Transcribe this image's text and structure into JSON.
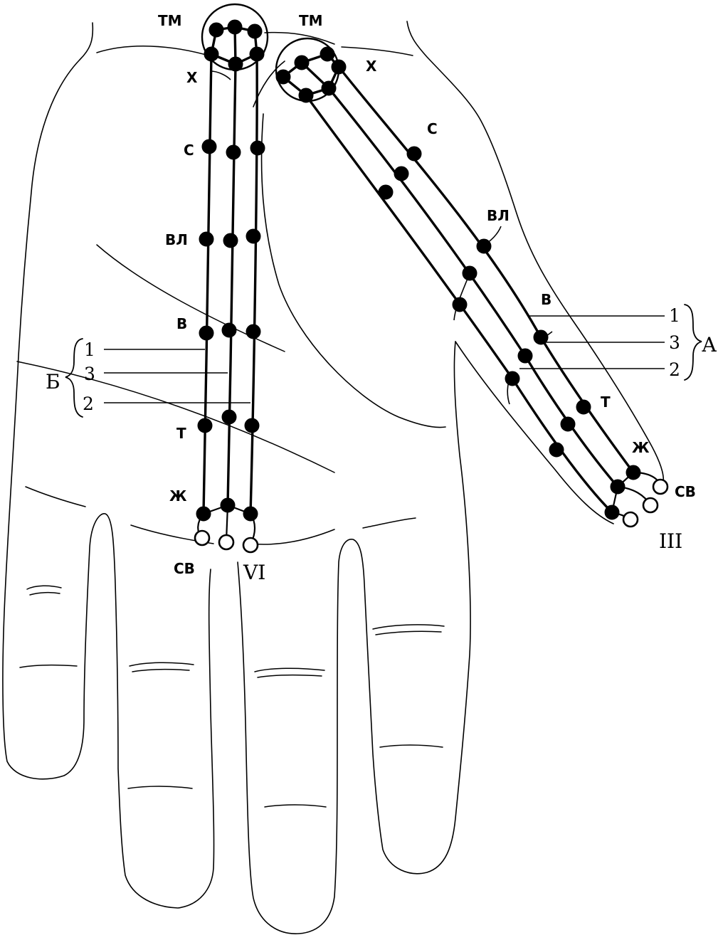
{
  "points": {
    "tm": "ТМ",
    "x": "Х",
    "s": "С",
    "vl": "ВЛ",
    "v": "В",
    "t": "Т",
    "zh": "Ж",
    "sv": "СВ"
  },
  "fingers": {
    "thumb_group": "III",
    "index_group": "VI"
  },
  "groups": {
    "a": {
      "letter": "А",
      "lines": [
        "1",
        "3",
        "2"
      ]
    },
    "b": {
      "letter": "Б",
      "lines": [
        "1",
        "3",
        "2"
      ]
    }
  }
}
